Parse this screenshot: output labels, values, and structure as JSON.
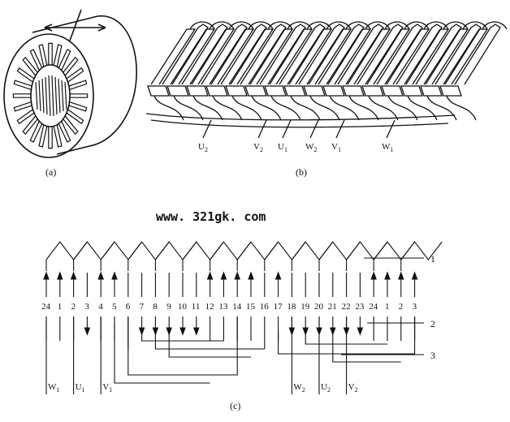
{
  "panel_labels": {
    "a": "(a)",
    "b": "(b)",
    "c": "(c)"
  },
  "watermark": "www. 321gk. com",
  "panel_b_terminals": [
    {
      "main": "U",
      "sub": "2"
    },
    {
      "main": "V",
      "sub": "2"
    },
    {
      "main": "U",
      "sub": "1"
    },
    {
      "main": "W",
      "sub": "2"
    },
    {
      "main": "V",
      "sub": "1"
    },
    {
      "main": "W",
      "sub": "1"
    }
  ],
  "slot_numbers": [
    "24",
    "1",
    "2",
    "3",
    "4",
    "5",
    "6",
    "7",
    "8",
    "9",
    "10",
    "11",
    "12",
    "13",
    "14",
    "15",
    "16",
    "17",
    "18",
    "19",
    "20",
    "21",
    "22",
    "23",
    "24",
    "1",
    "2",
    "3"
  ],
  "slot_arrows": [
    "up",
    "up",
    "up",
    "down",
    "up",
    "up",
    "none",
    "down",
    "down",
    "down",
    "down",
    "down",
    "up",
    "up",
    "up",
    "up",
    "none",
    "up",
    "down",
    "down",
    "down",
    "down",
    "down",
    "down",
    "up",
    "up",
    "up",
    "up"
  ],
  "panel_c_terminals": [
    {
      "main": "W",
      "sub": "1"
    },
    {
      "main": "U",
      "sub": "1"
    },
    {
      "main": "V",
      "sub": "1"
    },
    {
      "main": "W",
      "sub": "2"
    },
    {
      "main": "U",
      "sub": "2"
    },
    {
      "main": "V",
      "sub": "2"
    }
  ],
  "callouts": [
    "1",
    "2",
    "3"
  ]
}
